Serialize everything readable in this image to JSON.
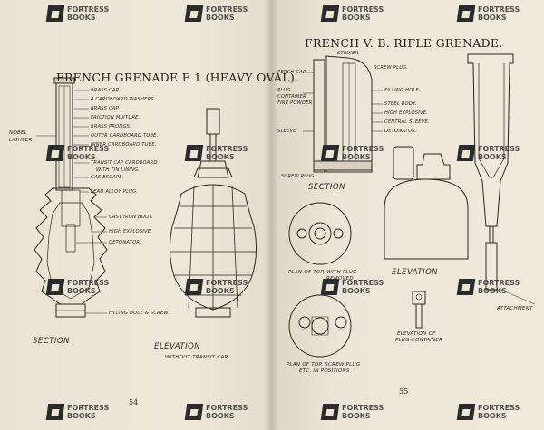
{
  "left_page": {
    "title": "FRENCH GRENADE F 1 (HEAVY OVAL).",
    "page_number": "54",
    "side_label": [
      "NOBEL",
      "LIGHTER"
    ],
    "callouts": [
      "BRASS CAP.",
      "4 CARDBOARD WASHERS.",
      "BRASS CAP.",
      "FRICTION MIXTURE.",
      "BRASS PRONGS.",
      "OUTER CARDBOARD TUBE.",
      "INNER CARDBOARD TUBE.",
      "TRANSIT CAP CARDBOARD",
      "WITH TIN LINING.",
      "GAS ESCAPE.",
      "LEAD ALLOY PLUG.",
      "CAST IRON BODY.",
      "HIGH EXPLOSIVE.",
      "DETONATOR.",
      "FILLING HOLE & SCREW."
    ],
    "section_caption": "SECTION",
    "elevation_caption": "ELEVATION",
    "elevation_sub": "WITHOUT TRANSIT CAP"
  },
  "right_page": {
    "title": "FRENCH V. B. RIFLE GRENADE.",
    "page_number": "55",
    "callouts_left": [
      "PERCH CAP",
      "PLUG",
      "CONTAINER",
      "FIRE POWDER",
      "SLEEVE"
    ],
    "callouts_top": [
      "STRIKER.",
      "SCREW PLUG."
    ],
    "callouts_right": [
      "FILLING HOLE.",
      "STEEL BODY.",
      "HIGH EXPLOSIVE.",
      "CENTRAL SLEEVE.",
      "DETONATOR."
    ],
    "section_caption": "SECTION",
    "screw_plug_label": "SCREW PLUG.",
    "plan_top_caption": [
      "PLAN OF TOP, WITH PLUG",
      "REMOVED"
    ],
    "plan_top_plug_caption": [
      "PLAN OF TOP, SCREW PLUG",
      "ETC. IN POSITIONS"
    ],
    "elevation_caption": "ELEVATION",
    "elevation_plug_caption": [
      "ELEVATION OF",
      "PLUG-CONTAINER"
    ],
    "attachment_caption": "ATTACHMENT"
  },
  "watermark": {
    "line1": "FORTRESS",
    "line2": "BOOKS"
  }
}
